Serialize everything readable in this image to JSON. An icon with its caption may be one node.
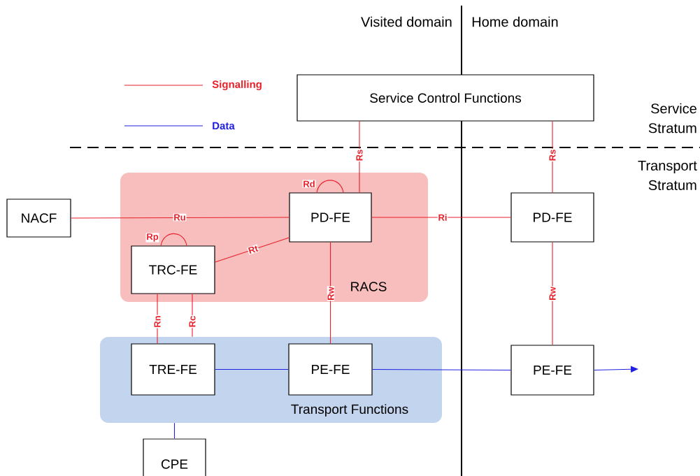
{
  "diagram": {
    "nodes": [
      {
        "text": [
          "Service Control Functions"
        ]
      },
      {
        "text": [
          "RACS"
        ]
      },
      {
        "text": [
          "Transport Functions"
        ]
      },
      {
        "text": [
          "NACF"
        ]
      },
      {
        "text": [
          "PD-FE"
        ],
        "in": 1
      },
      {
        "text": [
          "TRC-FE"
        ],
        "in": 1
      },
      {
        "text": [
          "PD-FE"
        ]
      },
      {
        "text": [
          "TRE-FE"
        ],
        "in": 2
      },
      {
        "text": [
          "PE-FE"
        ],
        "in": 2
      },
      {
        "text": [
          "PE-FE"
        ]
      },
      {
        "text": [
          "CPE"
        ]
      }
    ],
    "edges": [
      {
        "from": 0,
        "to": 4,
        "arrow": "none",
        "label": "Rs"
      },
      {
        "from": 0,
        "to": 6,
        "arrow": "none",
        "label": "Rs"
      },
      {
        "from": 4,
        "to": 4,
        "arrow": "none",
        "label": "Rd"
      },
      {
        "from": 3,
        "to": 4,
        "arrow": "none",
        "label": "Ru"
      },
      {
        "from": 5,
        "to": 5,
        "arrow": "none",
        "label": "Rp"
      },
      {
        "from": 5,
        "to": 4,
        "arrow": "none",
        "label": "Rt"
      },
      {
        "from": 4,
        "to": 6,
        "arrow": "none",
        "label": "Ri"
      },
      {
        "from": 4,
        "to": 8,
        "arrow": "none",
        "label": "Rw"
      },
      {
        "from": 6,
        "to": 9,
        "arrow": "none",
        "label": "Rw"
      },
      {
        "from": 5,
        "to": 7,
        "arrow": "none",
        "label": "Rn"
      },
      {
        "from": 5,
        "to": 2,
        "arrow": "none",
        "label": "Rc"
      },
      {
        "from": 7,
        "to": 8,
        "arrow": "none",
        "color": "#2020e0"
      },
      {
        "from": 8,
        "to": 9,
        "arrow": "none",
        "color": "#2020e0"
      },
      {
        "from": 9,
        "to": null,
        "arrow": "to",
        "color": "#2020e0"
      },
      {
        "from": 10,
        "to": 2,
        "arrow": "none",
        "color": "#2020e0"
      }
    ],
    "labels": [
      "Visited domain",
      "Home domain",
      "Service Stratum",
      "Transport Stratum"
    ],
    "legend": [
      {
        "text": "Signalling"
      },
      {
        "text": "Data"
      }
    ]
  }
}
